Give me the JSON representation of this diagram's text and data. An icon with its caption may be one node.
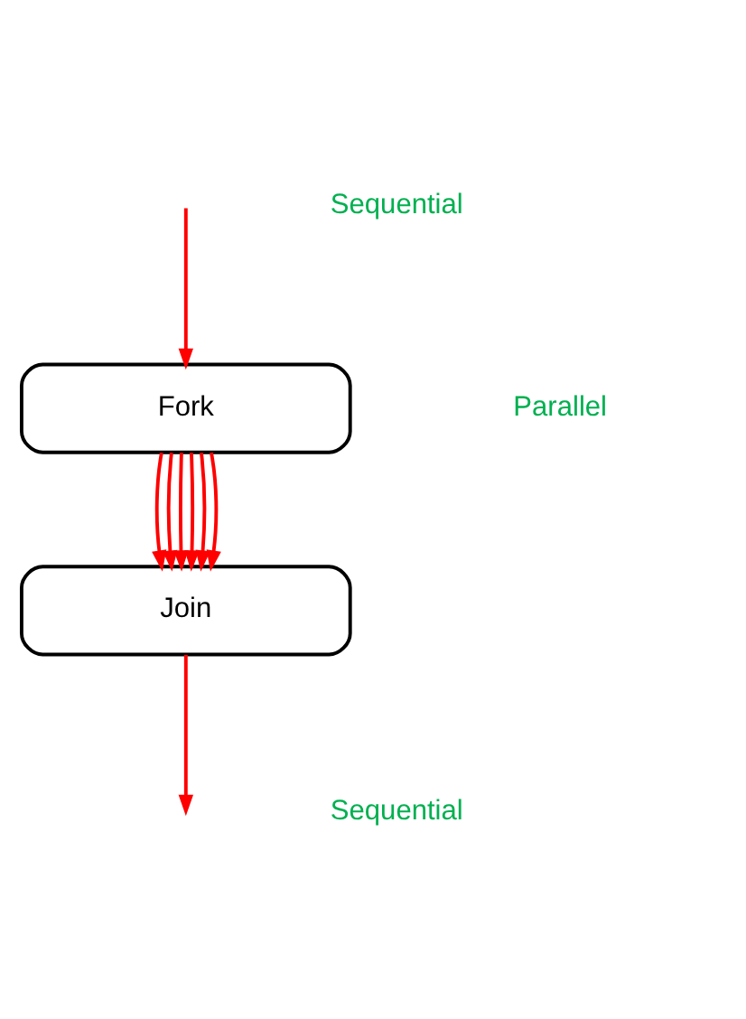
{
  "diagram": {
    "nodes": [
      {
        "text": [
          "Fork"
        ]
      },
      {
        "text": [
          "Join"
        ]
      }
    ],
    "edges": [
      {
        "from": null,
        "to": 0,
        "arrow": "to"
      },
      {
        "from": 0,
        "to": 1,
        "arrow": "to"
      },
      {
        "from": 0,
        "to": 1,
        "arrow": "to"
      },
      {
        "from": 0,
        "to": 1,
        "arrow": "to"
      },
      {
        "from": 0,
        "to": 1,
        "arrow": "to"
      },
      {
        "from": 0,
        "to": 1,
        "arrow": "to"
      },
      {
        "from": 0,
        "to": 1,
        "arrow": "to"
      },
      {
        "from": 1,
        "to": null,
        "arrow": "to"
      }
    ],
    "labels": [
      "Sequential",
      "Parallel",
      "Sequential"
    ]
  }
}
